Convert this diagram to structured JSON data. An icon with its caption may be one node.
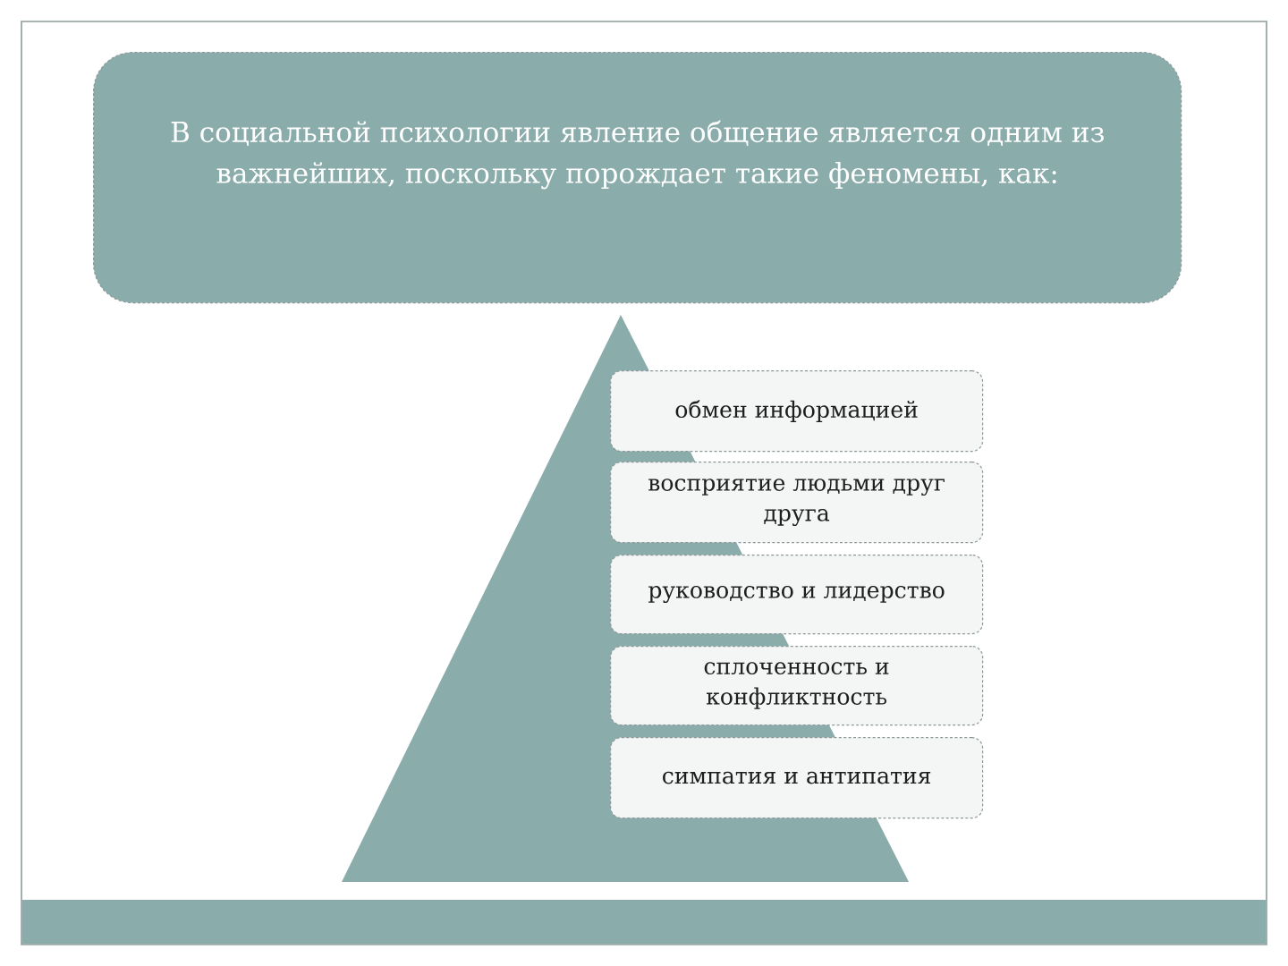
{
  "diagram": {
    "nodes": [
      {
        "text": [
          "В социальной психологии явление общение является одним из важнейших, поскольку порождает такие феномены, как:"
        ]
      },
      {
        "text": [],
        "shape": "triangle"
      },
      {
        "text": [
          "обмен информацией"
        ]
      },
      {
        "text": [
          "восприятие людьми друг друга"
        ]
      },
      {
        "text": [
          "руководство и лидерство"
        ]
      },
      {
        "text": [
          "сплоченность и конфликтность"
        ]
      },
      {
        "text": [
          "симпатия и антипатия"
        ]
      }
    ]
  }
}
